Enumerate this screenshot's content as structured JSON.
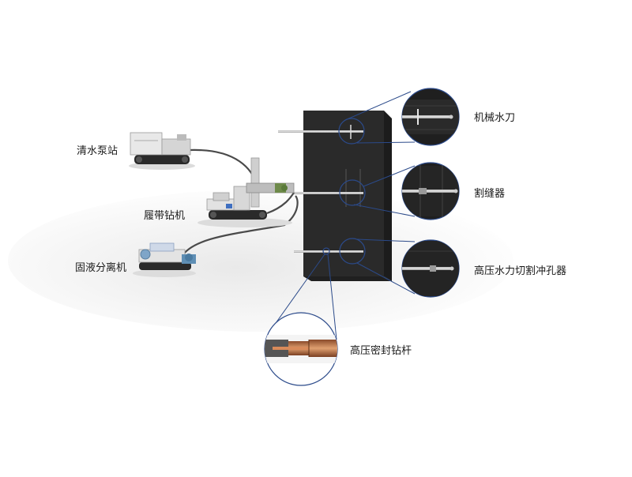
{
  "labels": {
    "qingshui_pump": "清水泵站",
    "crawler_drill": "履带钻机",
    "solid_liquid_separator": "固液分离机",
    "mechanical_water_knife": "机械水刀",
    "slotting_tool": "割缝器",
    "hp_water_cutting_punch": "高压水力切割冲孔器",
    "hp_sealed_drill_rod": "高压密封钻杆"
  },
  "colors": {
    "coal_block": "#2b2b2b",
    "callout_line": "#2b4a8a",
    "hose": "#4a4a4a",
    "rod": "#8a8a8a",
    "copper": "#c07a4a"
  }
}
